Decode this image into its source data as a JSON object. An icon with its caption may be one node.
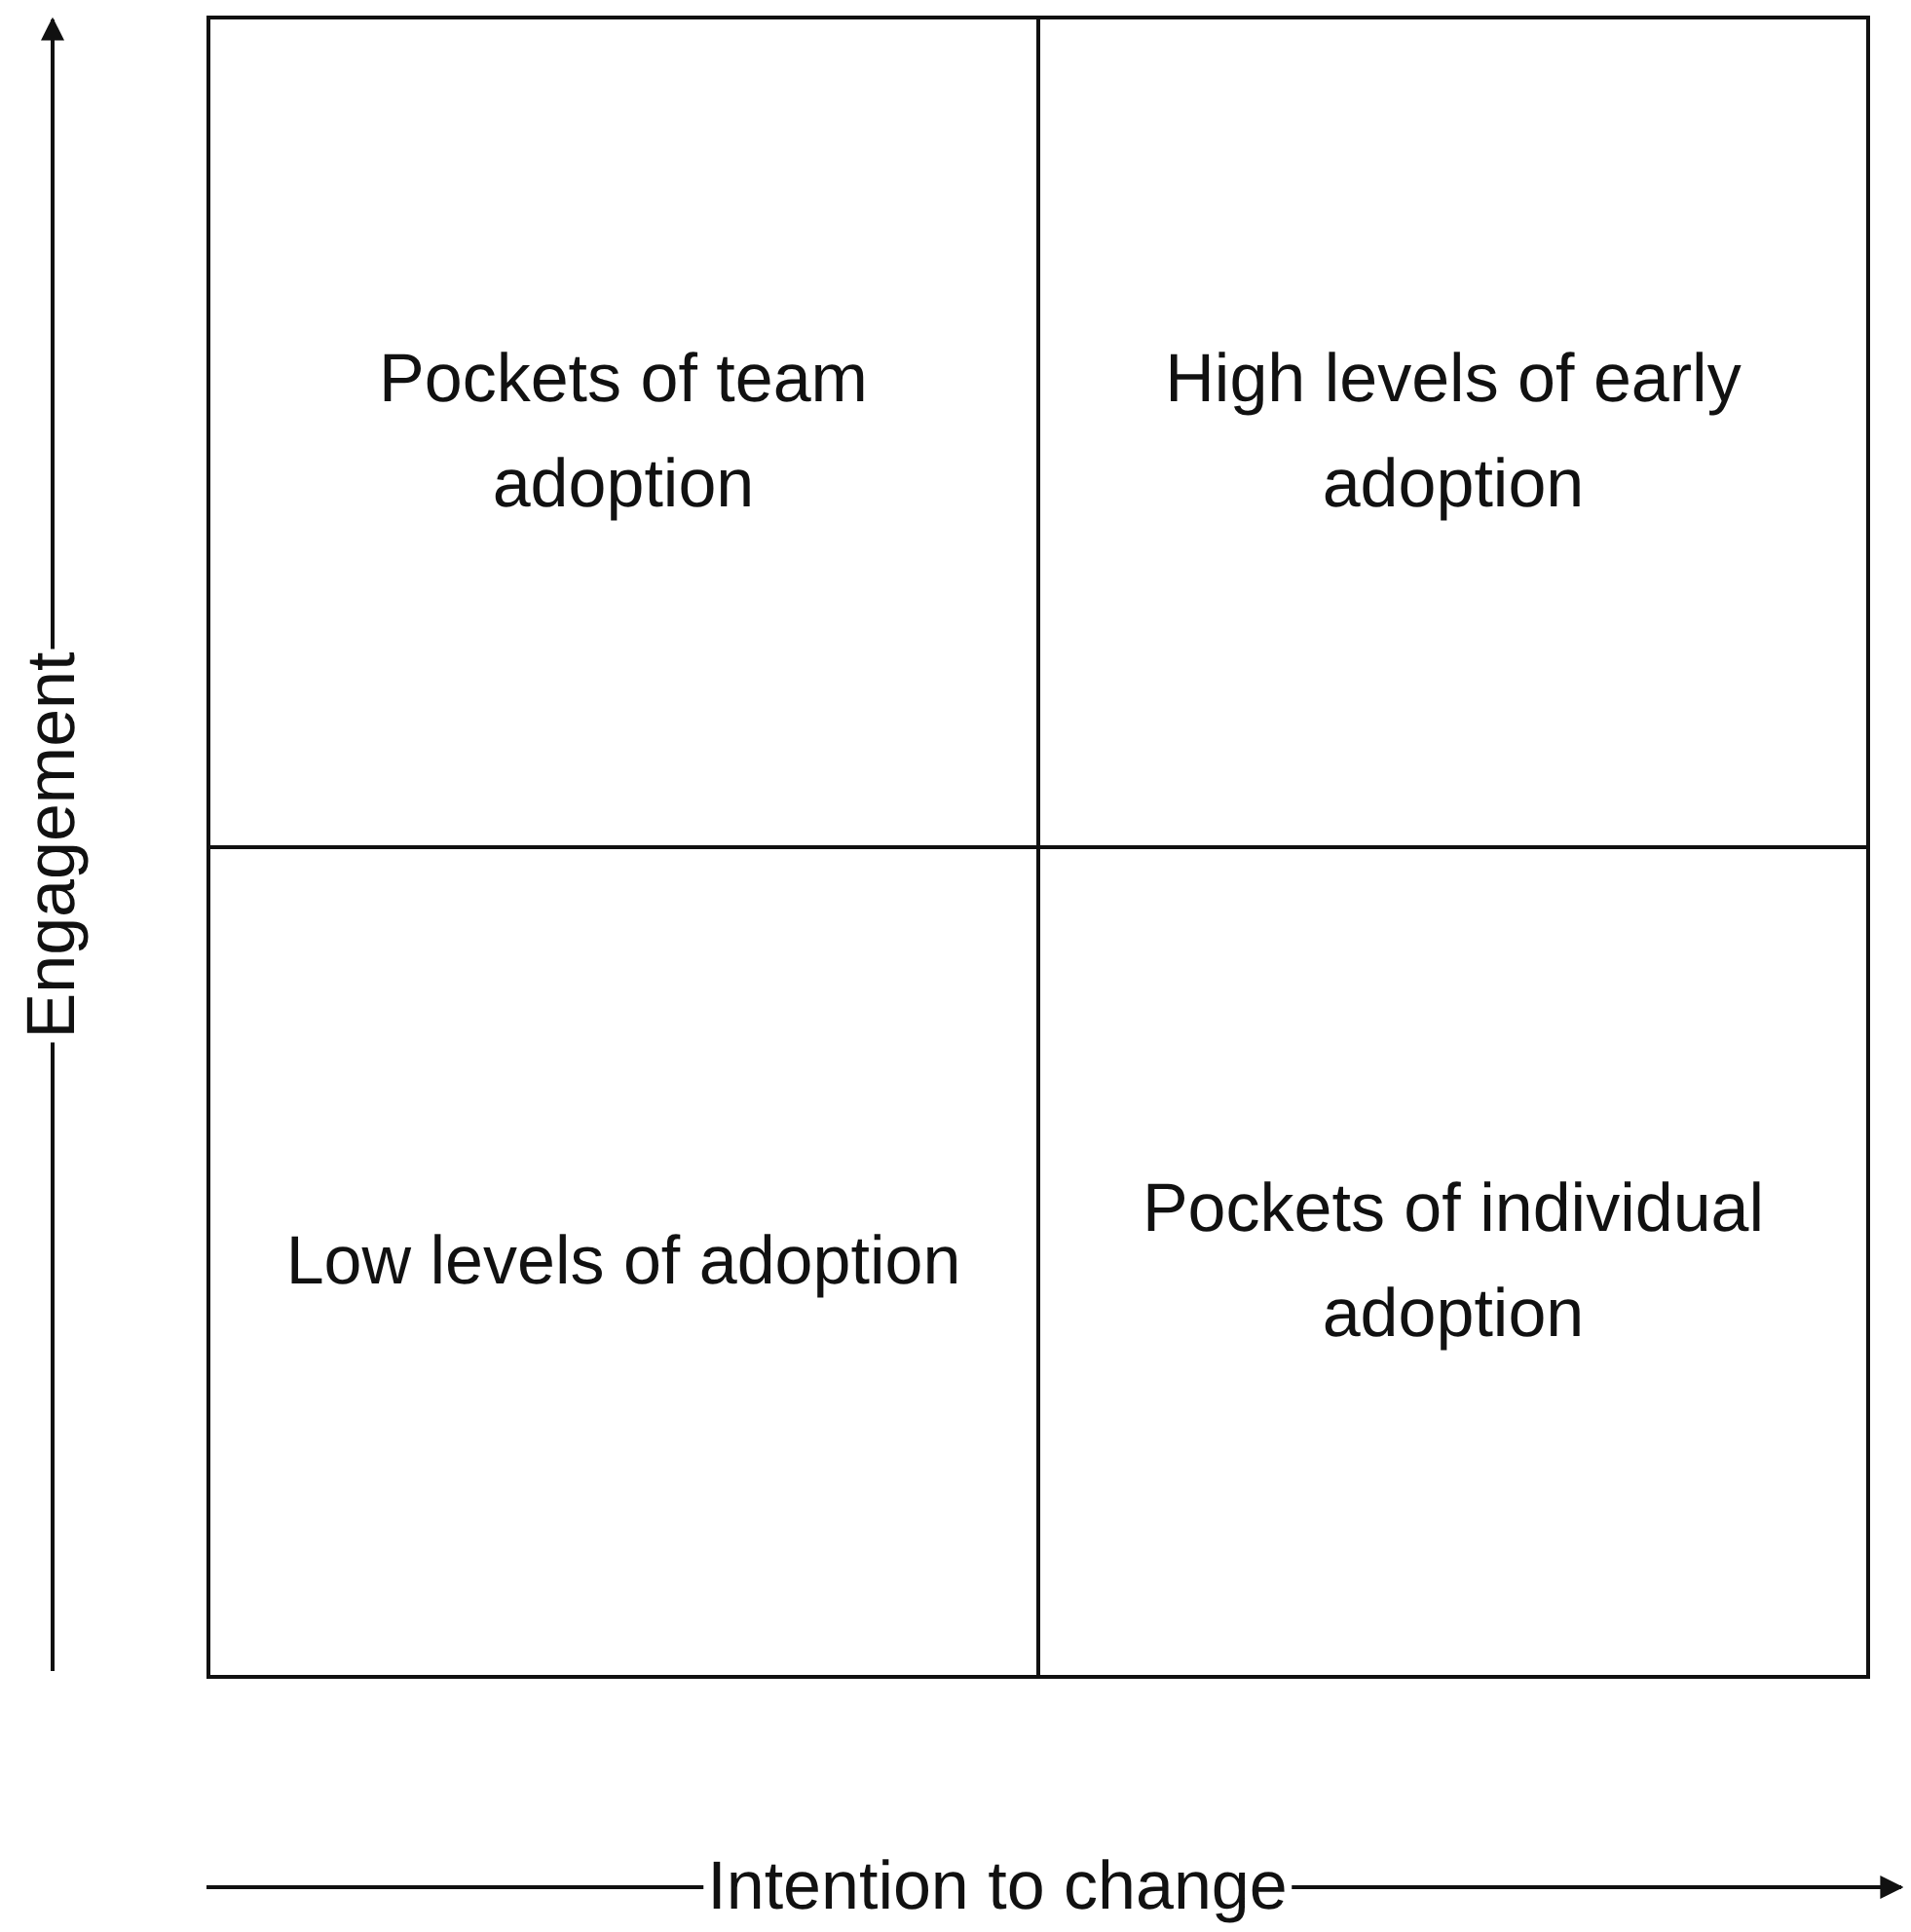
{
  "diagram": {
    "nodes": [
      {
        "text": [
          "Pockets of team adoption"
        ]
      },
      {
        "text": [
          "High levels of early adoption"
        ]
      },
      {
        "text": [
          "Low levels of adoption"
        ]
      },
      {
        "text": [
          "Pockets of individual adoption"
        ]
      }
    ],
    "labels": [
      "Engagement",
      "Intention to change"
    ]
  }
}
